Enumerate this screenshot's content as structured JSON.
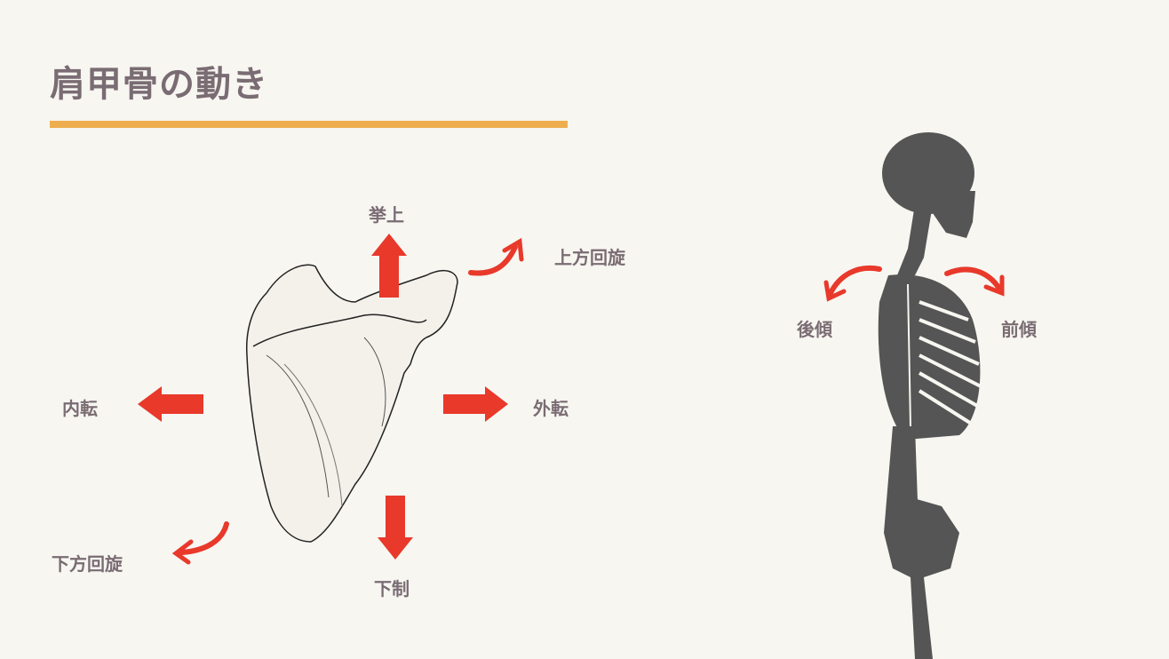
{
  "title": "肩甲骨の動き",
  "colors": {
    "accent_rule": "#eeae4f",
    "arrow": "#e8392b",
    "text": "#7a6c73",
    "skeleton": "#555555"
  },
  "scapula_labels": {
    "elevation": "挙上",
    "upward_rotation": "上方回旋",
    "adduction": "内転",
    "abduction": "外転",
    "downward_rotation": "下方回旋",
    "depression": "下制"
  },
  "skeleton_labels": {
    "posterior_tilt": "後傾",
    "anterior_tilt": "前傾"
  }
}
